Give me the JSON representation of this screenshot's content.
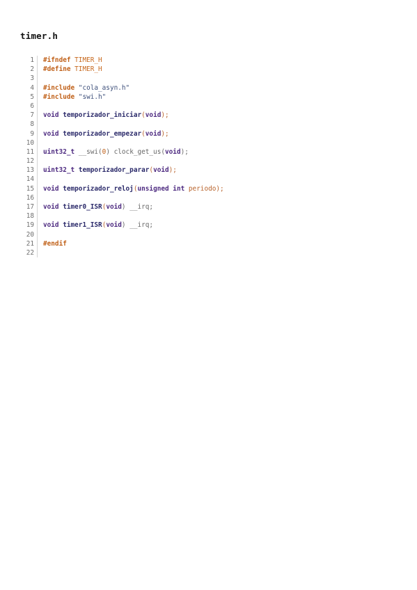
{
  "document": {
    "title": "timer.h"
  },
  "code": {
    "lines": [
      {
        "n": "1",
        "tokens": [
          {
            "t": "#ifndef",
            "k": "pp"
          },
          {
            "t": " TIMER_H",
            "k": "macro"
          }
        ]
      },
      {
        "n": "2",
        "tokens": [
          {
            "t": "#define",
            "k": "pp"
          },
          {
            "t": " TIMER_H",
            "k": "macro"
          }
        ]
      },
      {
        "n": "3",
        "tokens": []
      },
      {
        "n": "4",
        "tokens": [
          {
            "t": "#include",
            "k": "pp"
          },
          {
            "t": " \"cola_asyn.h\"",
            "k": "str"
          }
        ]
      },
      {
        "n": "5",
        "tokens": [
          {
            "t": "#include",
            "k": "pp"
          },
          {
            "t": " \"swi.h\"",
            "k": "str"
          }
        ]
      },
      {
        "n": "6",
        "tokens": []
      },
      {
        "n": "7",
        "tokens": [
          {
            "t": "void",
            "k": "type"
          },
          {
            "t": " ",
            "k": "plain"
          },
          {
            "t": "temporizador_iniciar",
            "k": "fn"
          },
          {
            "t": "(",
            "k": "punc"
          },
          {
            "t": "void",
            "k": "type"
          },
          {
            "t": ");",
            "k": "punc"
          }
        ]
      },
      {
        "n": "8",
        "tokens": []
      },
      {
        "n": "9",
        "tokens": [
          {
            "t": "void",
            "k": "type"
          },
          {
            "t": " ",
            "k": "plain"
          },
          {
            "t": "temporizador_empezar",
            "k": "fn"
          },
          {
            "t": "(",
            "k": "punc"
          },
          {
            "t": "void",
            "k": "type"
          },
          {
            "t": ");",
            "k": "punc"
          }
        ]
      },
      {
        "n": "10",
        "tokens": []
      },
      {
        "n": "11",
        "tokens": [
          {
            "t": "uint32_t",
            "k": "type"
          },
          {
            "t": " __swi(",
            "k": "plain"
          },
          {
            "t": "0",
            "k": "num"
          },
          {
            "t": ") clock_get_us(",
            "k": "plain"
          },
          {
            "t": "void",
            "k": "type"
          },
          {
            "t": ");",
            "k": "plain"
          }
        ]
      },
      {
        "n": "12",
        "tokens": []
      },
      {
        "n": "13",
        "tokens": [
          {
            "t": "uint32_t",
            "k": "type"
          },
          {
            "t": " ",
            "k": "plain"
          },
          {
            "t": "temporizador_parar",
            "k": "fn"
          },
          {
            "t": "(",
            "k": "punc"
          },
          {
            "t": "void",
            "k": "type"
          },
          {
            "t": ");",
            "k": "punc"
          }
        ]
      },
      {
        "n": "14",
        "tokens": []
      },
      {
        "n": "15",
        "tokens": [
          {
            "t": "void",
            "k": "type"
          },
          {
            "t": " ",
            "k": "plain"
          },
          {
            "t": "temporizador_reloj",
            "k": "fn"
          },
          {
            "t": "(",
            "k": "punc"
          },
          {
            "t": "unsigned int",
            "k": "type"
          },
          {
            "t": " periodo);",
            "k": "param"
          }
        ]
      },
      {
        "n": "16",
        "tokens": []
      },
      {
        "n": "17",
        "tokens": [
          {
            "t": "void",
            "k": "type"
          },
          {
            "t": " ",
            "k": "plain"
          },
          {
            "t": "timer0_ISR",
            "k": "fn"
          },
          {
            "t": "(",
            "k": "punc"
          },
          {
            "t": "void",
            "k": "type"
          },
          {
            "t": ") __irq;",
            "k": "plain"
          }
        ]
      },
      {
        "n": "18",
        "tokens": []
      },
      {
        "n": "19",
        "tokens": [
          {
            "t": "void",
            "k": "type"
          },
          {
            "t": " ",
            "k": "plain"
          },
          {
            "t": "timer1_ISR",
            "k": "fn"
          },
          {
            "t": "(",
            "k": "punc"
          },
          {
            "t": "void",
            "k": "type"
          },
          {
            "t": ") __irq;",
            "k": "plain"
          }
        ]
      },
      {
        "n": "20",
        "tokens": []
      },
      {
        "n": "21",
        "tokens": [
          {
            "t": "#endif",
            "k": "pp"
          }
        ]
      },
      {
        "n": "22",
        "tokens": []
      }
    ]
  }
}
